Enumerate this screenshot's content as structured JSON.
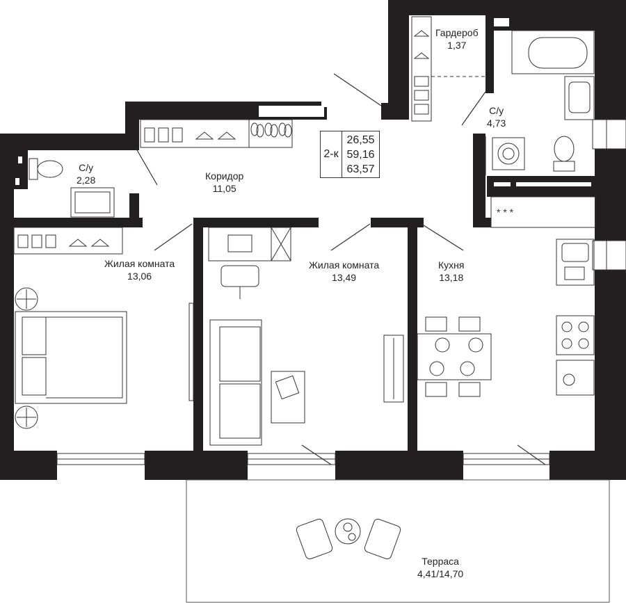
{
  "apartment": {
    "type": "2-к",
    "areas": [
      "26,55",
      "59,16",
      "63,57"
    ]
  },
  "rooms": [
    {
      "id": "wardrobe",
      "name": "Гардероб",
      "area": "1,37"
    },
    {
      "id": "bath-large",
      "name": "С/у",
      "area": "4,73"
    },
    {
      "id": "bath-small",
      "name": "С/у",
      "area": "2,28"
    },
    {
      "id": "corridor",
      "name": "Коридор",
      "area": "11,05"
    },
    {
      "id": "bedroom",
      "name": "Жилая комната",
      "area": "13,06"
    },
    {
      "id": "living",
      "name": "Жилая комната",
      "area": "13,49"
    },
    {
      "id": "kitchen",
      "name": "Кухня",
      "area": "13,18"
    },
    {
      "id": "terrace",
      "name": "Терраса",
      "area": "4,41/14,70"
    }
  ],
  "colors": {
    "wall": "#231f20",
    "line": "#333333",
    "background": "#ffffff"
  },
  "icons": [
    "bathtub-icon",
    "sink-icon",
    "toilet-icon",
    "washing-machine-icon",
    "stove-icon",
    "bed-icon",
    "sofa-icon",
    "dining-table-icon",
    "desk-icon",
    "hanger-icon",
    "shoes-icon"
  ]
}
